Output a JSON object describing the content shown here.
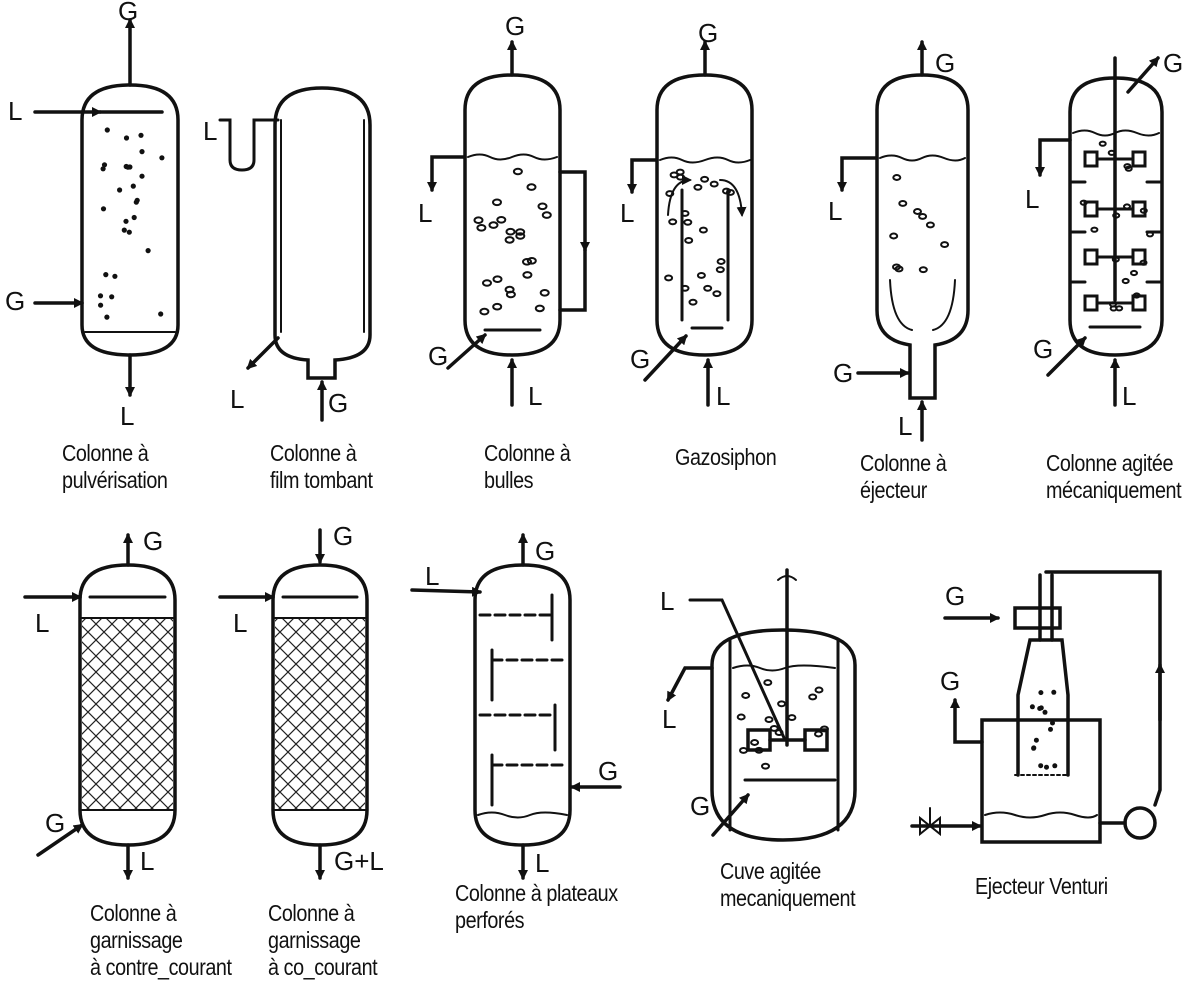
{
  "stream_labels": {
    "gas": "G",
    "liquid": "L",
    "gas_liquid": "G+L"
  },
  "captions": {
    "spray_column": [
      "Colonne à",
      "pulvérisation"
    ],
    "falling_film_column": [
      "Colonne à",
      "film tombant"
    ],
    "bubble_column": [
      "Colonne à",
      "bulles"
    ],
    "gas_siphon": [
      "Gazosiphon"
    ],
    "ejector_column": [
      "Colonne à",
      "éjecteur"
    ],
    "stirred_column": [
      "Colonne agitée",
      "mécaniquement"
    ],
    "packed_countercurrent": [
      "Colonne à",
      "garnissage",
      "à contre_courant"
    ],
    "packed_cocurrent": [
      "Colonne à",
      "garnissage",
      "à co_courant"
    ],
    "sieve_tray_column": [
      "Colonne à plateaux",
      "perforés"
    ],
    "stirred_tank": [
      "Cuve agitée",
      "mecaniquement"
    ],
    "venturi_ejector": [
      "Ejecteur Venturi"
    ]
  }
}
